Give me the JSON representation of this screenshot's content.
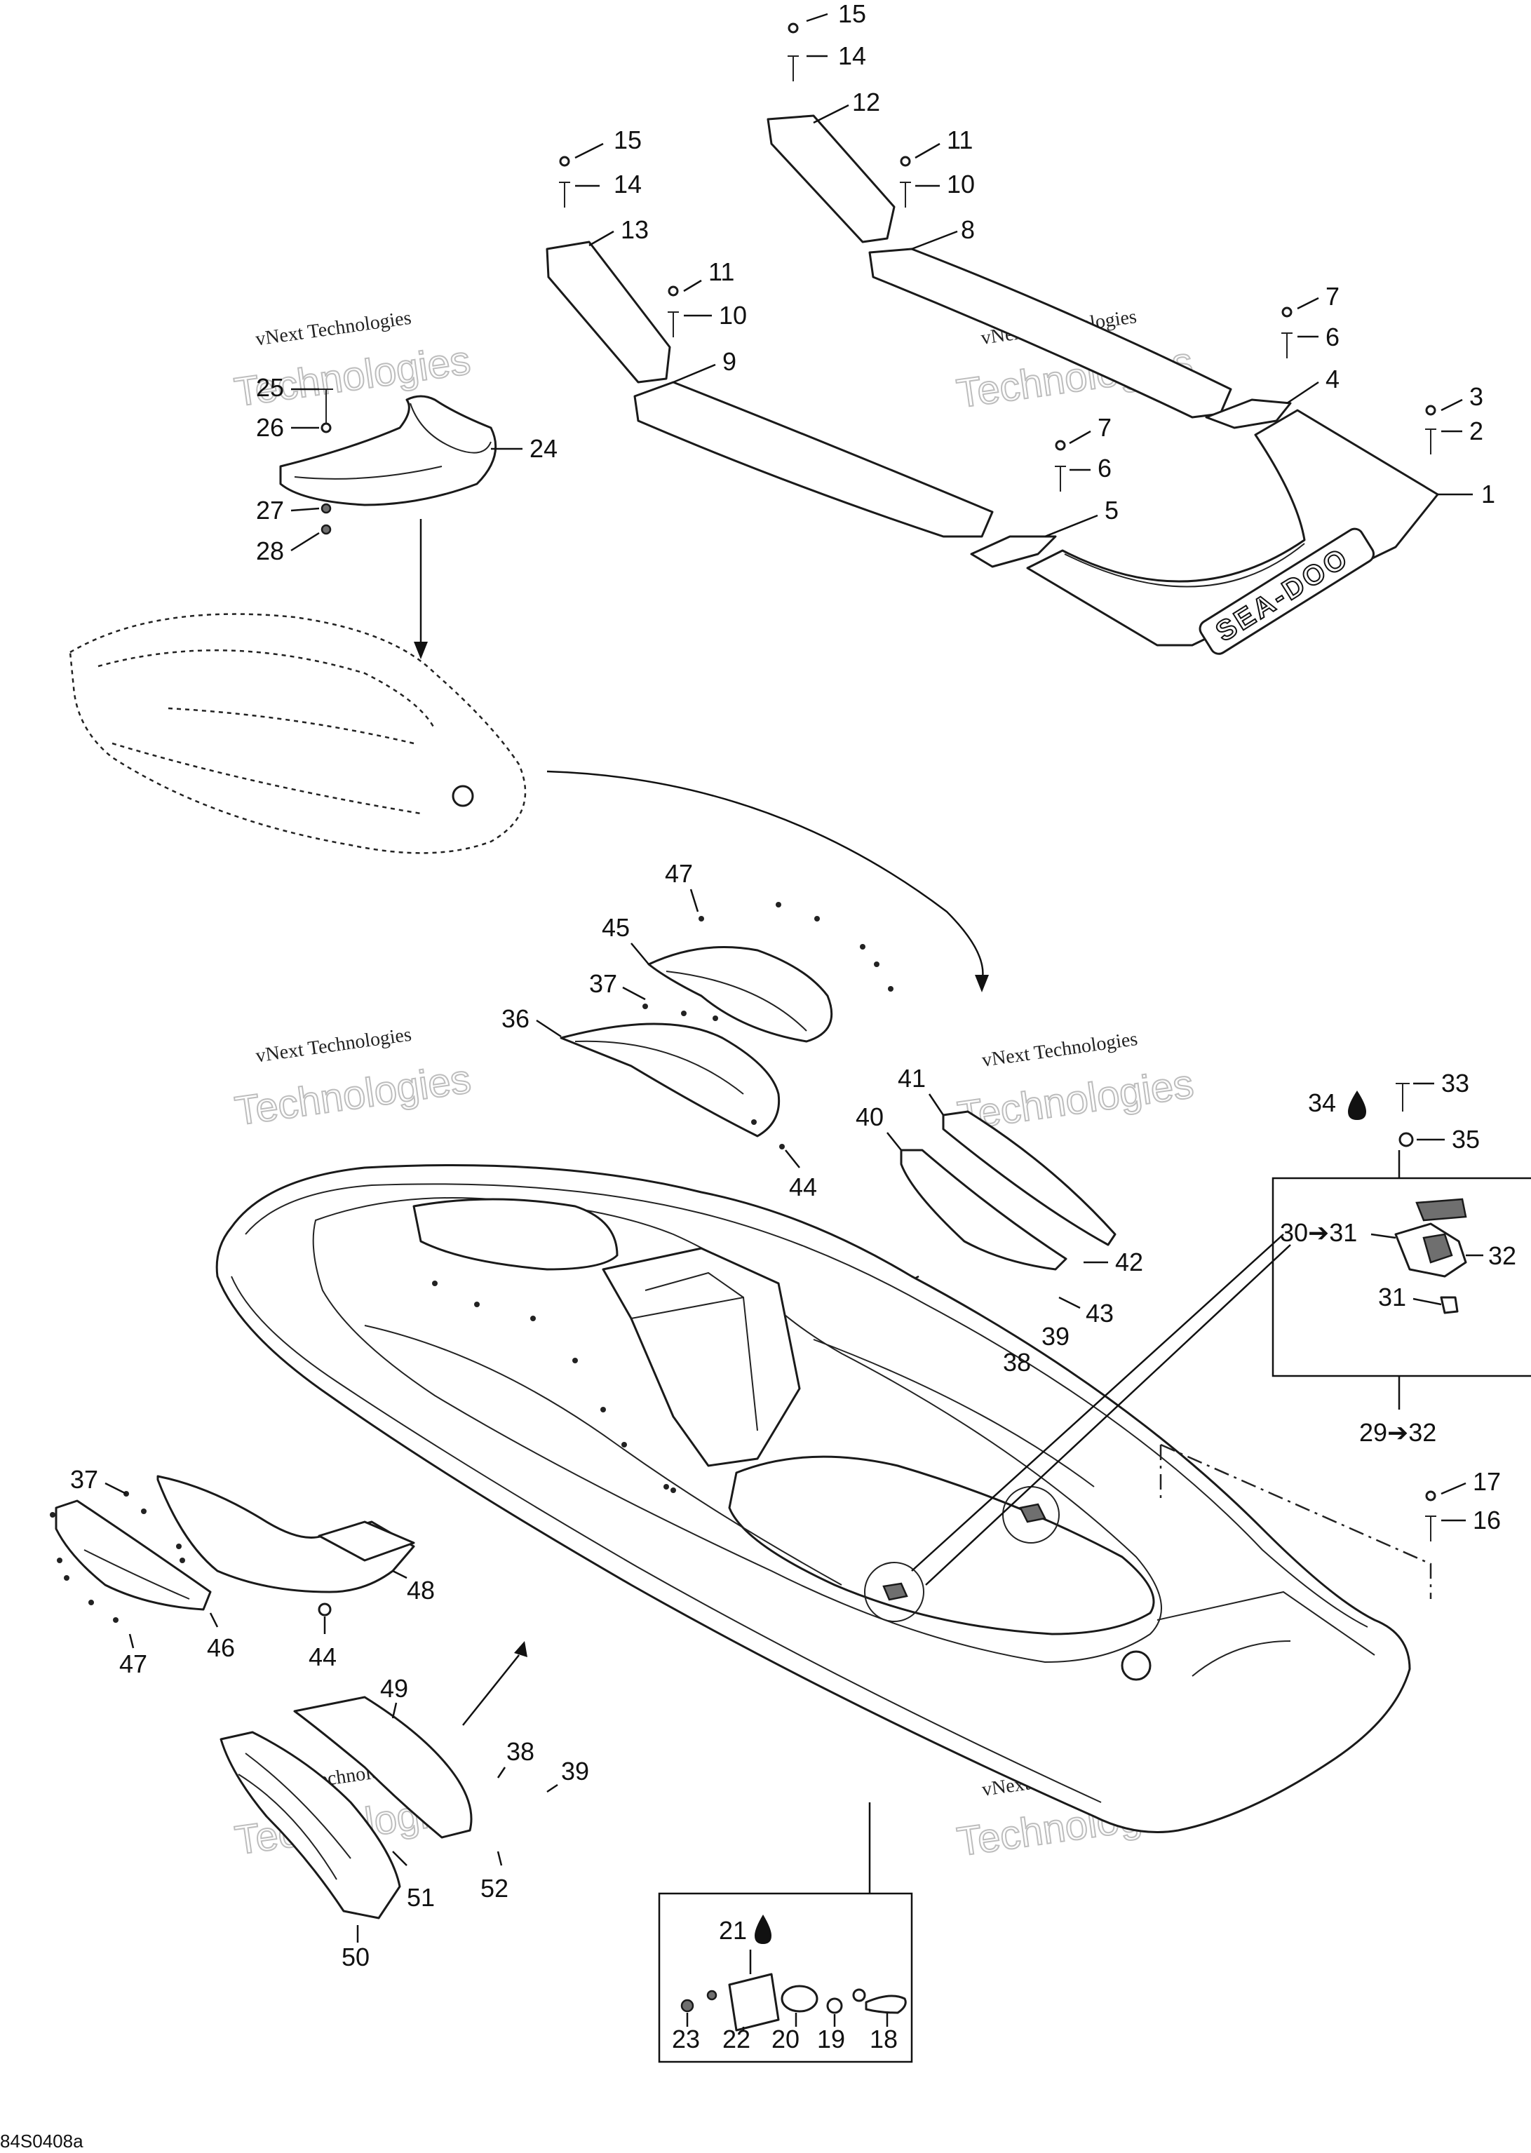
{
  "diagram_code": "84S0408a",
  "watermark": {
    "line1": "vNext Technologies",
    "line2": "Technologies"
  },
  "callouts": {
    "c1": "1",
    "c2": "2",
    "c3": "3",
    "c4": "4",
    "c5": "5",
    "c6a": "6",
    "c6b": "6",
    "c7a": "7",
    "c7b": "7",
    "c8": "8",
    "c9": "9",
    "c10a": "10",
    "c10b": "10",
    "c11a": "11",
    "c11b": "11",
    "c12": "12",
    "c13": "13",
    "c14a": "14",
    "c14b": "14",
    "c15a": "15",
    "c15b": "15",
    "c16": "16",
    "c17": "17",
    "c18": "18",
    "c19": "19",
    "c20": "20",
    "c21": "21",
    "c22": "22",
    "c23": "23",
    "c24": "24",
    "c25": "25",
    "c26": "26",
    "c27": "27",
    "c28": "28",
    "c29_32": "29➔32",
    "c30_31": "30➔31",
    "c31": "31",
    "c32": "32",
    "c33": "33",
    "c34": "34",
    "c35": "35",
    "c36": "36",
    "c37a": "37",
    "c37b": "37",
    "c38a": "38",
    "c38b": "38",
    "c39a": "39",
    "c39b": "39",
    "c40": "40",
    "c41": "41",
    "c42": "42",
    "c43": "43",
    "c44a": "44",
    "c44b": "44",
    "c45": "45",
    "c46": "46",
    "c47a": "47",
    "c47b": "47",
    "c48": "48",
    "c49": "49",
    "c50": "50",
    "c51": "51",
    "c52": "52"
  },
  "deck_logo": "SEA-DOO"
}
